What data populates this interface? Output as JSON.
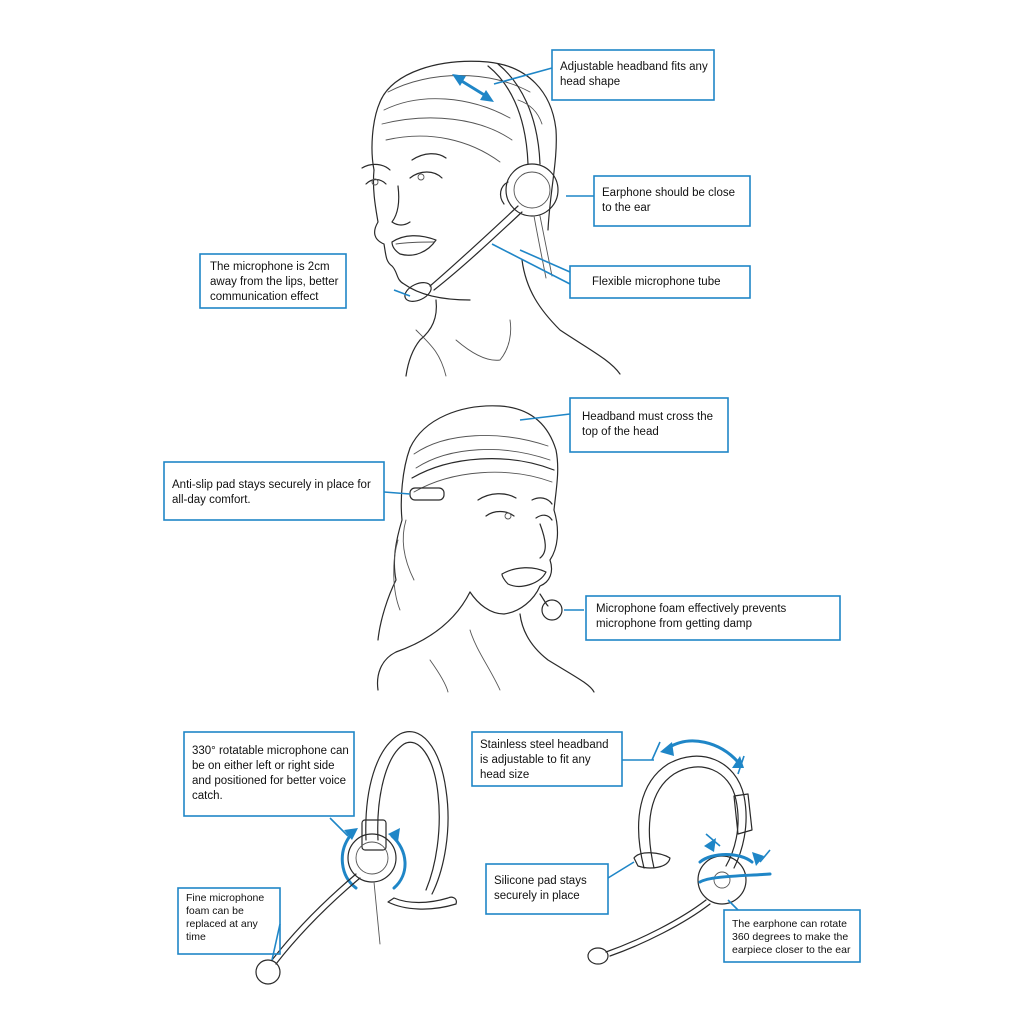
{
  "colors": {
    "accent": "#1f86c7",
    "ink": "#2a2a2a",
    "background": "#ffffff"
  },
  "callouts": {
    "headband_fits": "Adjustable headband fits any\nhead shape",
    "earphone_close": "Earphone should be close\nto the ear",
    "mic_2cm": "The microphone is 2cm\naway from the lips, better\ncommunication effect",
    "flexible_tube": "Flexible microphone tube",
    "headband_cross": "Headband must cross the\ntop of the head",
    "anti_slip": "Anti-slip pad stays securely in place for\nall-day comfort.",
    "foam_damp": "Microphone foam effectively prevents\nmicrophone from getting damp",
    "rotatable_mic": "330° rotatable microphone can\nbe on either left or right side\nand positioned for better voice\ncatch.",
    "stainless_headband": "Stainless steel headband\nis adjustable to fit any\nhead size",
    "foam_replace": "Fine microphone\nfoam can be\nreplaced at any\ntime",
    "silicone_pad": "Silicone pad stays\nsecurely in place",
    "earphone_rotate": "The earphone can rotate\n360 degrees to make the\nearpiece closer to the ear"
  }
}
